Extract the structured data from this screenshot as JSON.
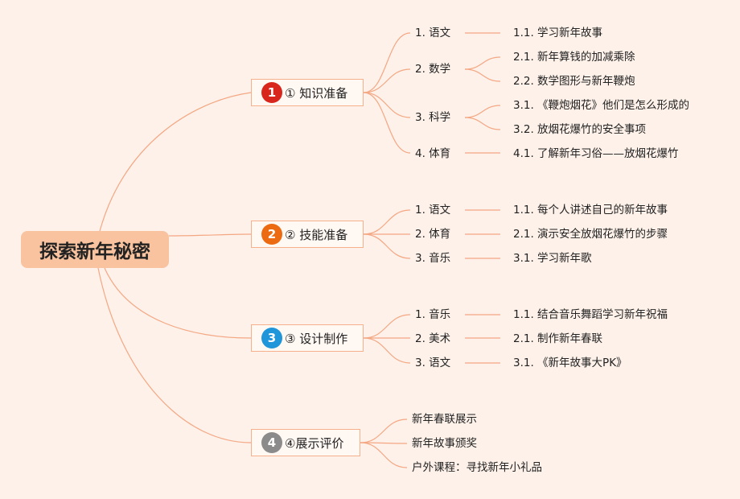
{
  "title": "探索新年秘密",
  "colors": {
    "background": "#fdf1e9",
    "root": "#f8c39e",
    "line": "#f4a783"
  },
  "branches": [
    {
      "badge": "1",
      "badge_color": "#d8261c",
      "label": "① 知识准备",
      "subjects": [
        {
          "label": "1. 语文",
          "items": [
            "1.1. 学习新年故事"
          ]
        },
        {
          "label": "2. 数学",
          "items": [
            "2.1. 新年算钱的加减乘除",
            "2.2. 数学图形与新年鞭炮"
          ]
        },
        {
          "label": "3. 科学",
          "items": [
            "3.1. 《鞭炮烟花》他们是怎么形成的",
            "3.2. 放烟花爆竹的安全事项"
          ]
        },
        {
          "label": "4. 体育",
          "items": [
            "4.1. 了解新年习俗——放烟花爆竹"
          ]
        }
      ]
    },
    {
      "badge": "2",
      "badge_color": "#ec6a12",
      "label": "② 技能准备",
      "subjects": [
        {
          "label": "1. 语文",
          "items": [
            "1.1. 每个人讲述自己的新年故事"
          ]
        },
        {
          "label": "2. 体育",
          "items": [
            "2.1. 演示安全放烟花爆竹的步骤"
          ]
        },
        {
          "label": "3. 音乐",
          "items": [
            "3.1. 学习新年歌"
          ]
        }
      ]
    },
    {
      "badge": "3",
      "badge_color": "#1e96d9",
      "label": "③ 设计制作",
      "subjects": [
        {
          "label": "1. 音乐",
          "items": [
            "1.1. 结合音乐舞蹈学习新年祝福"
          ]
        },
        {
          "label": "2. 美术",
          "items": [
            "2.1. 制作新年春联"
          ]
        },
        {
          "label": "3. 语文",
          "items": [
            "3.1. 《新年故事大PK》"
          ]
        }
      ]
    },
    {
      "badge": "4",
      "badge_color": "#8b8b8b",
      "label": "④展示评价",
      "leaves": [
        "新年春联展示",
        "新年故事颁奖",
        "户外课程：寻找新年小礼品"
      ]
    }
  ]
}
